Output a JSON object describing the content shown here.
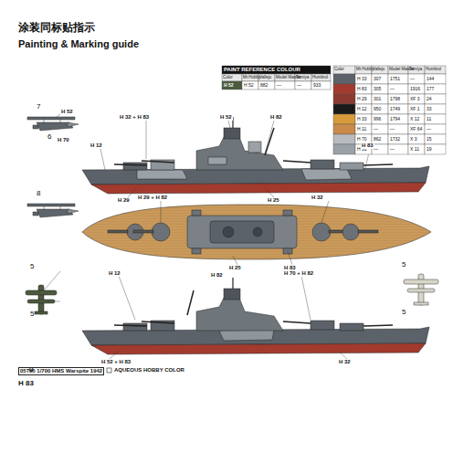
{
  "diagram": {
    "title": "涂装同标贴指示",
    "labels": [
      "Painting & Marking guide",
      "PAINT REFERENCE COLOUR",
      "Color",
      "Mr.Hobby",
      "Vallejo",
      "Model Master",
      "Tamiya",
      "Humbrol",
      "H 52",
      "882",
      "—",
      "—",
      "933",
      "Color",
      "Mr.Hobby",
      "Vallejo",
      "Model Master",
      "Tamiya",
      "Humbrol",
      "H 33",
      "307",
      "1751",
      "—",
      "144",
      "H 83",
      "305",
      "—",
      "1916",
      "177",
      "H 29",
      "301",
      "1798",
      "XF 3",
      "24",
      "H 12",
      "950",
      "1749",
      "XF 1",
      "33",
      "H 33",
      "996",
      "1794",
      "X 12",
      "11",
      "H 11",
      "—",
      "—",
      "XF 64",
      "—",
      "H 70",
      "862",
      "1732",
      "X 3",
      "15",
      "H 51",
      "—",
      "—",
      "X 11",
      "19",
      "7",
      "6",
      "8",
      "5",
      "5",
      "5",
      "5",
      "H 52",
      "H 70",
      "H 32 + H 83",
      "H 52",
      "H 82",
      "H 12",
      "H 83",
      "H 25",
      "H 29",
      "H 29 + H 82",
      "H 32",
      "H 25",
      "H 83",
      "H 12",
      "H 70 + H 82",
      "H 52 + H 83",
      "H 32",
      "H 82",
      "H 83",
      "05795 1/700 HMS Warspite 1942",
      "H",
      "AQUEOUS HOBBY COLOR",
      "Mr. COLOR"
    ]
  }
}
